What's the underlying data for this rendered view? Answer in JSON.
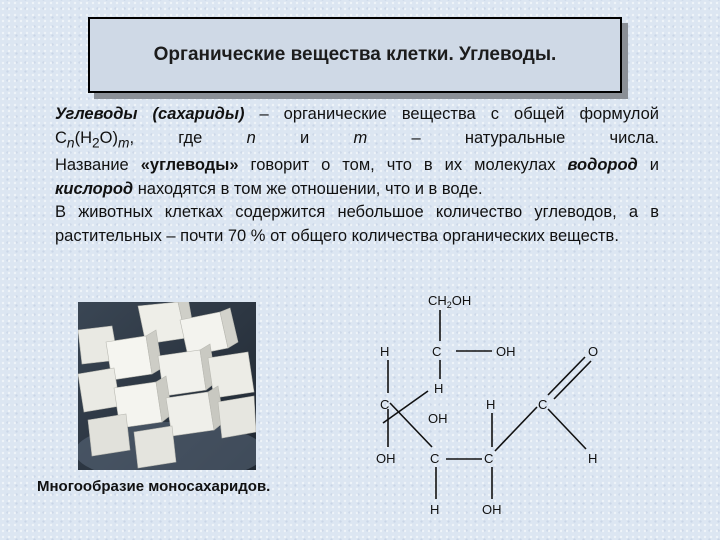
{
  "title": "Органические вещества клетки. Углеводы.",
  "paragraph1": {
    "term": "Углеводы (сахариды)",
    "dash": " – органические вещества с общей формулой ",
    "formula_C": "C",
    "sub_n": "n",
    "formula_H": "(H",
    "sub_2": "2",
    "formula_O": "O)",
    "sub_m": "m",
    "where": ", где ",
    "n": "n",
    "and": " и ",
    "m": "m",
    "rest": " – натуральные числа."
  },
  "paragraph2": {
    "start": "Название ",
    "name": "«углеводы»",
    "mid": " говорит о том, что в их молекулах ",
    "hydrogen": "водород",
    "and": " и ",
    "oxygen": "кислород",
    "end": " находятся в том же отношении, что и в воде."
  },
  "paragraph3": "В животных клетках содержится небольшое количество углеводов, а в растительных – почти 70 % от общего количества органических веществ.",
  "image_caption": "Многообразие моносахаридов.",
  "structure": {
    "top_CH": "CH",
    "top_2": "2",
    "top_OH": "OH",
    "r1_H": "H",
    "r1_C": "C",
    "r1_OH": "OH",
    "r1_O": "O",
    "r2_H": "H",
    "r3_C1": "C",
    "r3_OH": "OH",
    "r3_H": "H",
    "r3_C2": "C",
    "r4_OH": "OH",
    "r4_C1": "C",
    "r4_C2": "C",
    "r4_H": "H",
    "r5_H": "H",
    "r5_OH": "OH"
  }
}
